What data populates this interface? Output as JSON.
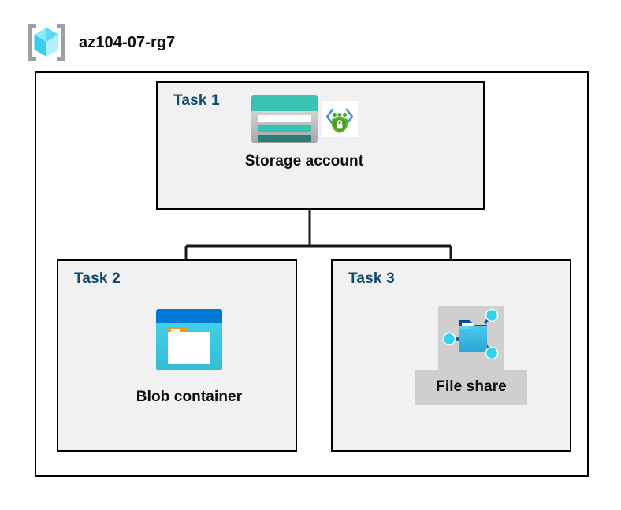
{
  "resource_group": {
    "name": "az104-07-rg7",
    "icon": "resource-group-cube-icon"
  },
  "diagram": {
    "type": "azure-architecture-diagram",
    "container_label": "az104-07-rg7",
    "tasks": [
      {
        "id": "task1",
        "label": "Task 1",
        "node_caption": "Storage account",
        "icons": [
          "storage-account-icon",
          "secure-endpoint-shield-icon"
        ],
        "selected": false
      },
      {
        "id": "task2",
        "label": "Task 2",
        "node_caption": "Blob container",
        "icons": [
          "blob-container-icon"
        ],
        "selected": false
      },
      {
        "id": "task3",
        "label": "Task 3",
        "node_caption": "File share",
        "icons": [
          "file-share-icon"
        ],
        "selected": true
      }
    ],
    "connections": [
      {
        "from": "Storage account",
        "to": "Blob container"
      },
      {
        "from": "Storage account",
        "to": "File share"
      }
    ]
  },
  "colors": {
    "task_label": "#11496f",
    "box_fill": "#f1f1f1",
    "box_border": "#000000",
    "caption_text": "#0d0d0d",
    "selection_highlight": "#cfcfcf",
    "storage_teal": "#37c2b1",
    "storage_teal_dark": "#2a8f85",
    "blob_blue": "#0078d4",
    "blob_cyan": "#32c8e8",
    "blob_orange": "#f7941e",
    "fileshare_blue": "#32b5e8",
    "fileshare_node_cyan": "#32d2f2",
    "shield_green": "#5fb429",
    "bracket_gray": "#9aa0a6",
    "cube_cyan": "#4fd8f7"
  }
}
